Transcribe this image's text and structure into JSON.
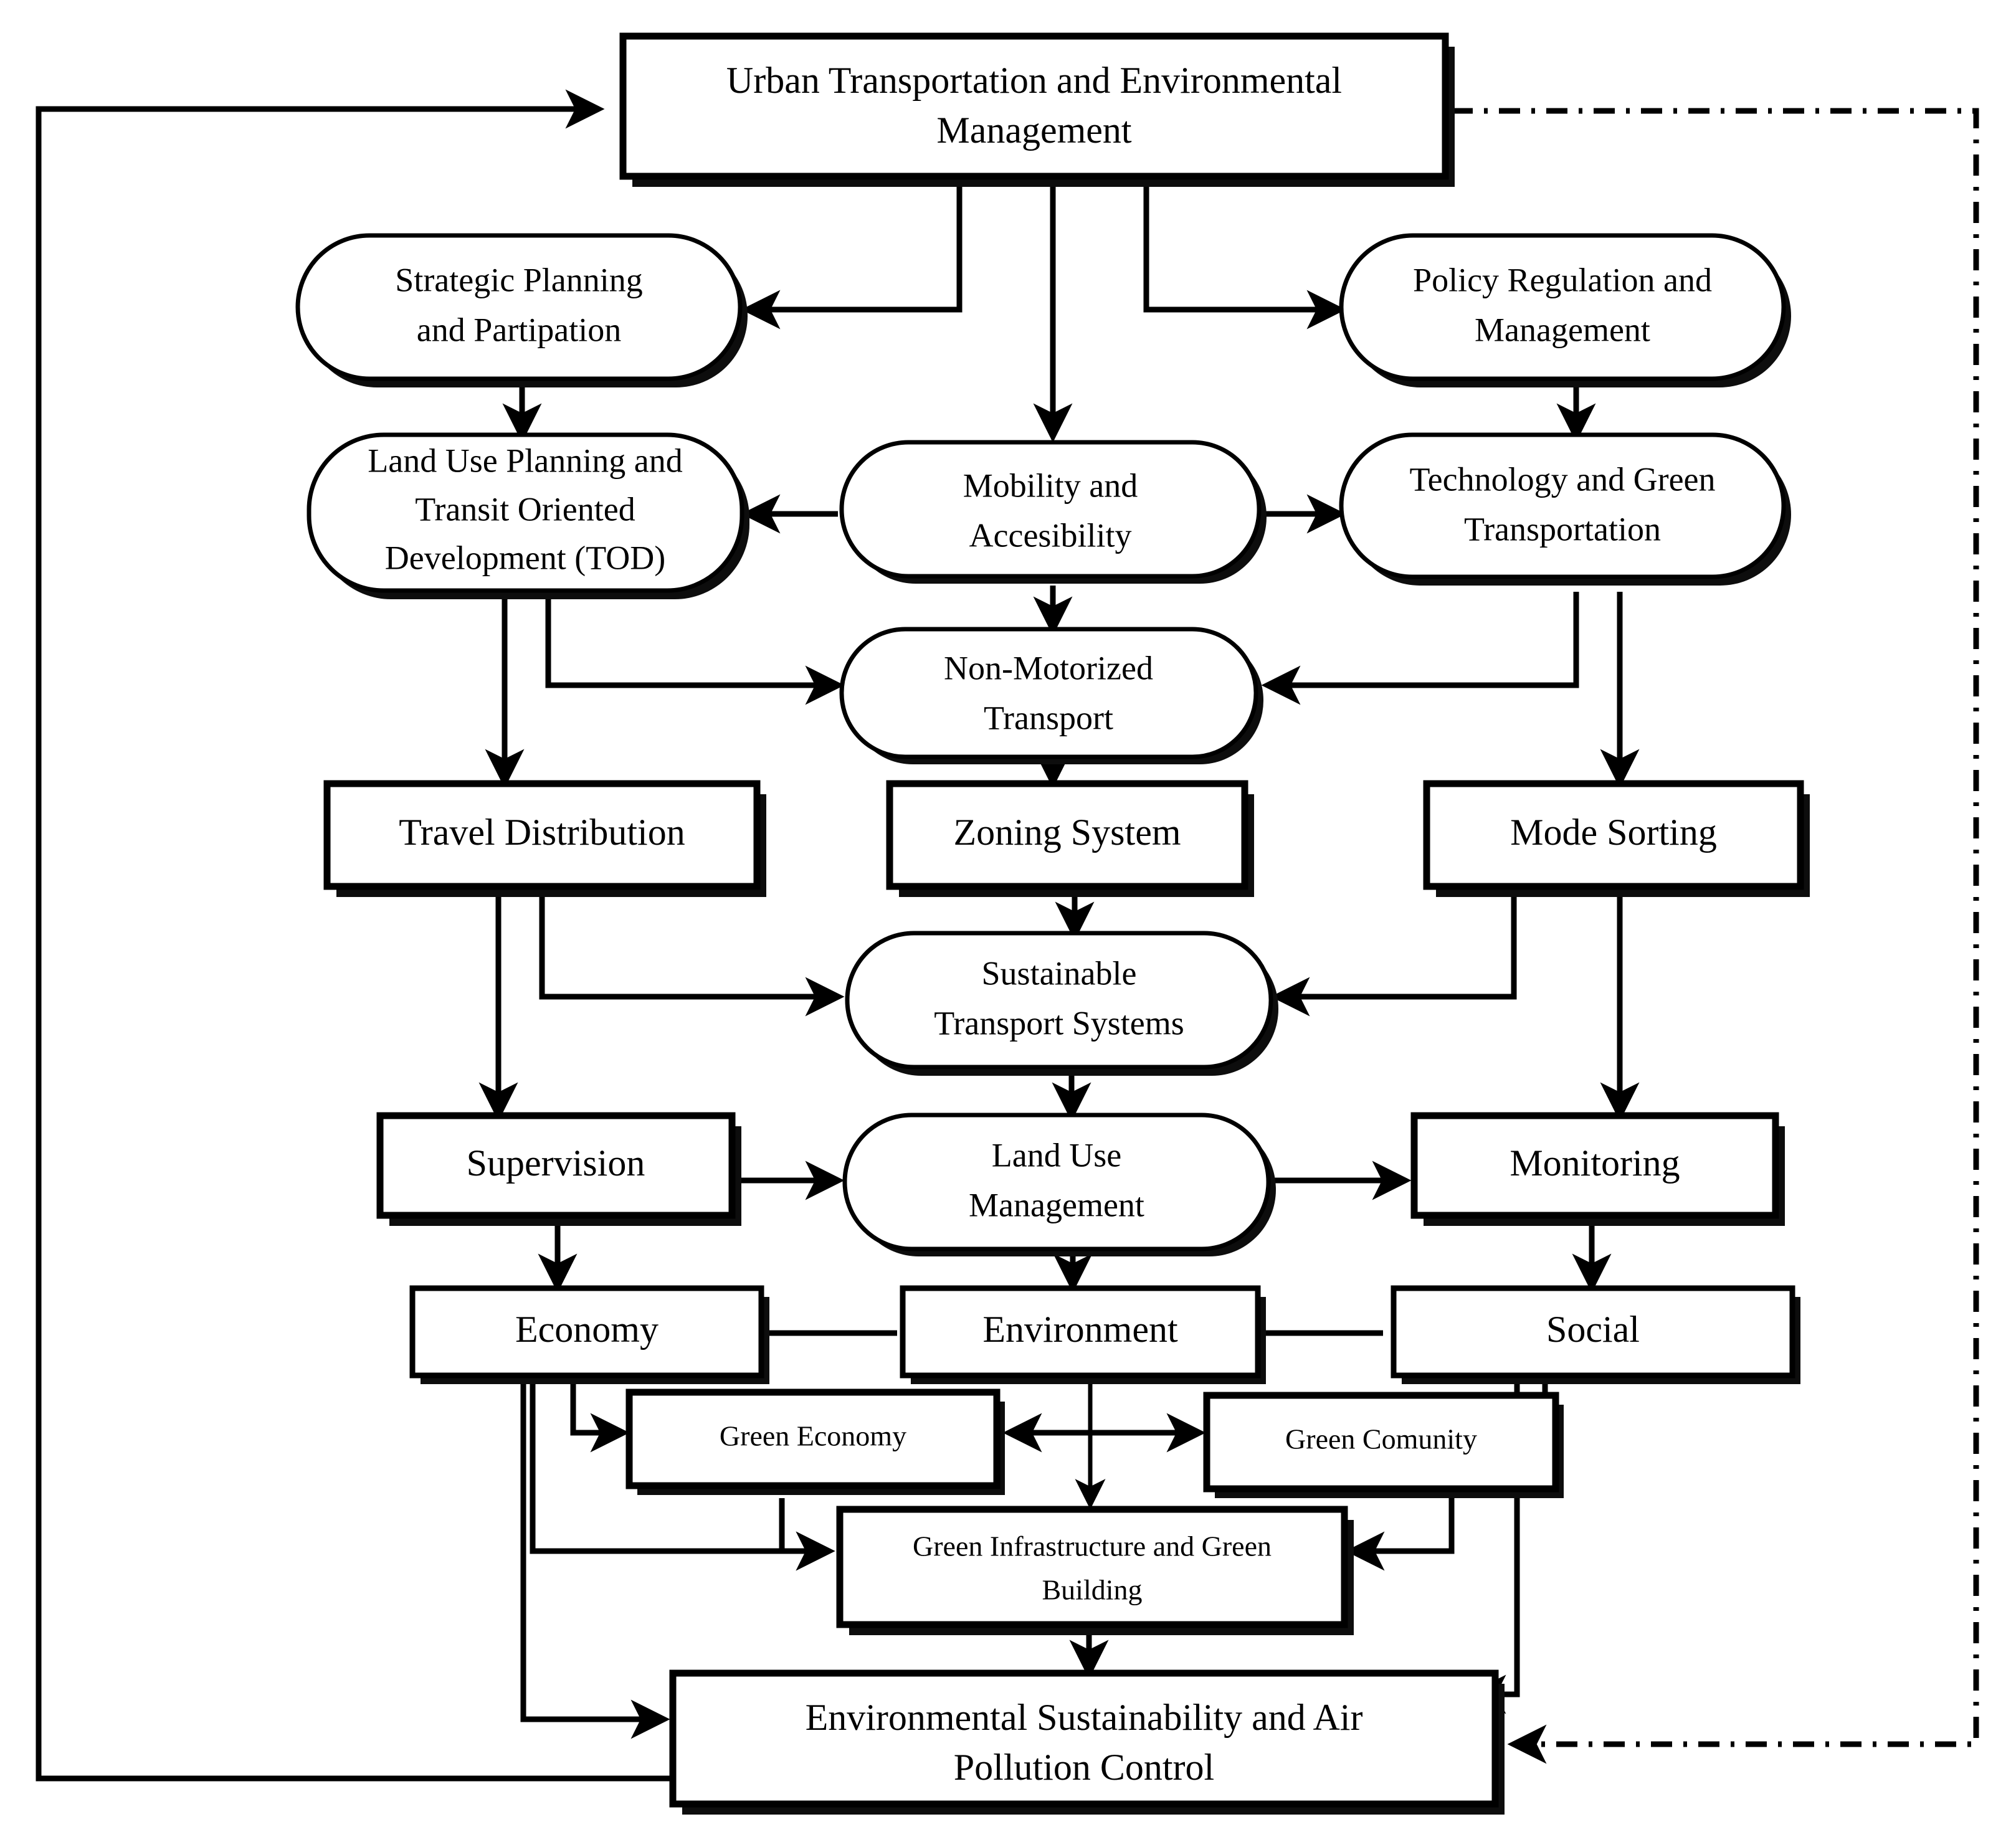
{
  "diagram": {
    "title": "Urban Transportation and Environmental Management Framework",
    "type": "flowchart",
    "background_color": "#ffffff",
    "line_color": "#000000",
    "nodes": {
      "root": "Urban Transportation and Environmental Management",
      "strategic_planning": "Strategic Planning and Partipation",
      "policy_regulation": "Policy Regulation and Management",
      "land_use_tod": "Land Use Planning and Transit Oriented Development (TOD)",
      "mobility": "Mobility and Accesibility",
      "technology_green": "Technology and Green Transportation",
      "non_motorized": "Non-Motorized Transport",
      "travel_distribution": "Travel Distribution",
      "zoning_system": "Zoning System",
      "mode_sorting": "Mode Sorting",
      "sustainable_transport": "Sustainable Transport Systems",
      "supervision": "Supervision",
      "land_use_management": "Land Use Management",
      "monitoring": "Monitoring",
      "economy": "Economy",
      "environment": "Environment",
      "social": "Social",
      "green_economy": "Green Economy",
      "green_community": "Green Comunity",
      "green_infrastructure": "Green Infrastructure and Green Building",
      "outcome": "Environmental Sustainability and Air Pollution Control"
    },
    "node_lines": {
      "root": [
        "Urban Transportation and Environmental",
        "Management"
      ],
      "strategic_planning": [
        "Strategic Planning",
        "and Partipation"
      ],
      "policy_regulation": [
        "Policy Regulation and",
        "Management"
      ],
      "land_use_tod": [
        "Land Use Planning and",
        "Transit Oriented",
        "Development (TOD)"
      ],
      "mobility": [
        "Mobility and",
        "Accesibility"
      ],
      "technology_green": [
        "Technology and Green",
        "Transportation"
      ],
      "non_motorized": [
        "Non-Motorized",
        "Transport"
      ],
      "travel_distribution": [
        "Travel Distribution"
      ],
      "zoning_system": [
        "Zoning System"
      ],
      "mode_sorting": [
        "Mode Sorting"
      ],
      "sustainable_transport": [
        "Sustainable",
        "Transport Systems"
      ],
      "supervision": [
        "Supervision"
      ],
      "land_use_management": [
        "Land Use",
        "Management"
      ],
      "monitoring": [
        "Monitoring"
      ],
      "economy": [
        "Economy"
      ],
      "environment": [
        "Environment"
      ],
      "social": [
        "Social"
      ],
      "green_economy": [
        "Green Economy"
      ],
      "green_community": [
        "Green Comunity"
      ],
      "green_infrastructure": [
        "Green Infrastructure and Green",
        "Building"
      ],
      "outcome": [
        "Environmental Sustainability and Air",
        "Pollution Control"
      ]
    }
  }
}
